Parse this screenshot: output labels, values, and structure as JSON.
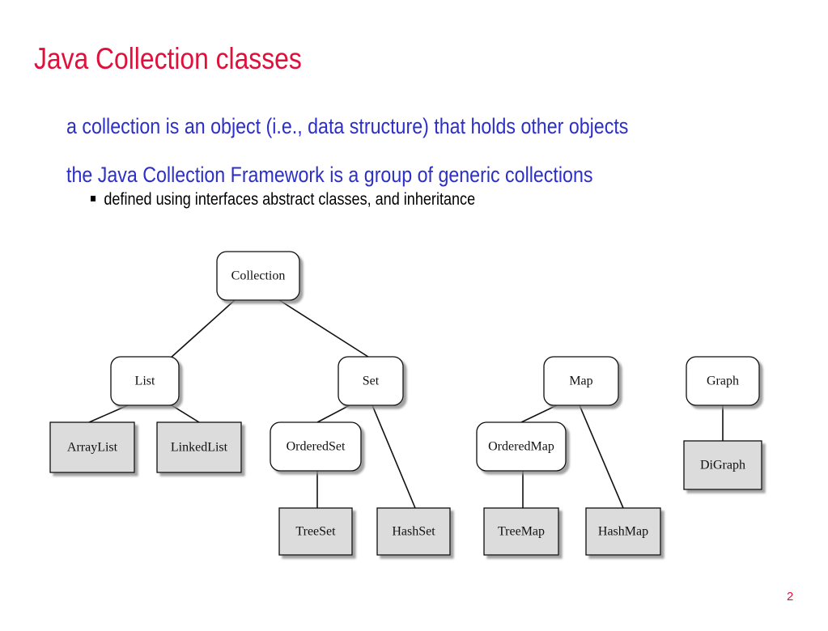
{
  "slide": {
    "title": "Java Collection classes",
    "bullets": [
      "a collection is an object (i.e., data structure) that holds other objects",
      "the Java Collection Framework is a group of generic collections"
    ],
    "sub_bullet": "defined using interfaces abstract classes, and inheritance",
    "page_number": "2"
  },
  "diagram": {
    "nodes": {
      "collection": "Collection",
      "list": "List",
      "set": "Set",
      "map": "Map",
      "graph": "Graph",
      "arraylist": "ArrayList",
      "linkedlist": "LinkedList",
      "orderedset": "OrderedSet",
      "treeset": "TreeSet",
      "hashset": "HashSet",
      "orderedmap": "OrderedMap",
      "treemap": "TreeMap",
      "hashmap": "HashMap",
      "digraph": "DiGraph"
    }
  },
  "colors": {
    "title": "#e0103c",
    "bullet": "#2c2fc8",
    "interface_fill": "#ffffff",
    "class_fill": "#dcdcdc"
  }
}
